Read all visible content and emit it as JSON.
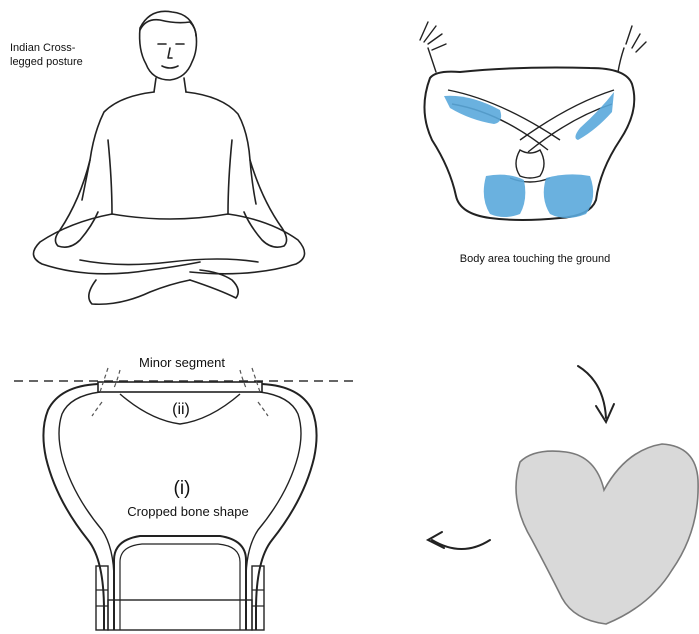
{
  "panels": {
    "posture": {
      "label": "Indian Cross-legged posture",
      "label_lines": [
        "Indian Cross-",
        "legged posture"
      ]
    },
    "contact": {
      "caption": "Body area touching the ground",
      "highlight_color": "#5aa9dc"
    },
    "bone": {
      "minor_segment_label": "Minor segment",
      "region_ii_label": "(ii)",
      "region_i_label": "(i)",
      "cropped_label": "Cropped bone shape"
    },
    "shape": {
      "fill_color": "#d9d9d9",
      "stroke_color": "#7a7a7a"
    }
  },
  "colors": {
    "line": "#222222",
    "highlight": "#5aa9dc",
    "shape_fill": "#d9d9d9"
  }
}
